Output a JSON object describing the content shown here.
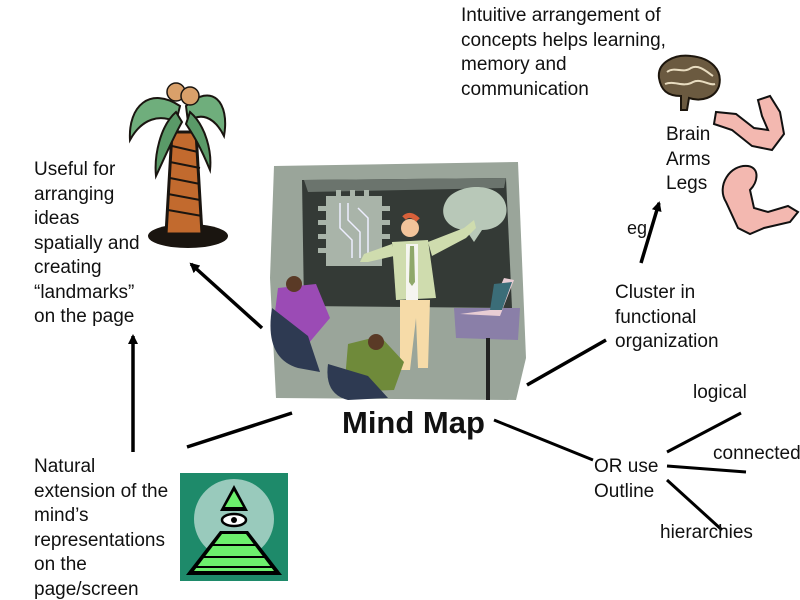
{
  "diagram": {
    "central_topic": "Mind Map",
    "branches": {
      "intuitive": "Intuitive arrangement of\nconcepts helps learning,\nmemory and\ncommunication",
      "useful": "Useful for\narranging\nideas\nspatially and\ncreating\n“landmarks”\non the page",
      "natural": "Natural\nextension of the\nmind’s\nrepresentations\non the\npage/screen",
      "cluster": "Cluster in\nfunctional\norganization",
      "eg": "eg",
      "examples": "Brain\nArms\nLegs",
      "outline": "OR use\nOutline",
      "logical": "logical",
      "connected": "connected",
      "hierarchies": "hierarchies"
    },
    "images": {
      "center": "presenter-classroom-clipart",
      "palm": "palm-tree-clipart",
      "pyramid": "pyramid-eye-clipart",
      "brain": "brain-clipart",
      "arm": "arm-clipart",
      "leg": "leg-clipart"
    }
  }
}
